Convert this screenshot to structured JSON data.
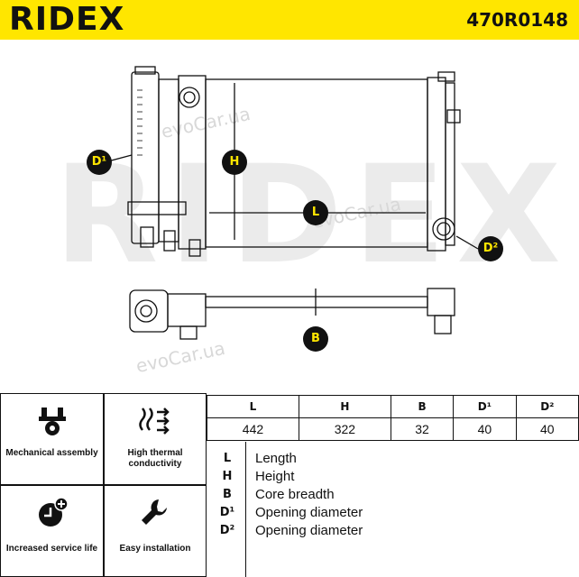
{
  "header": {
    "brand": "RIDEX",
    "part_number": "470R0148",
    "background_color": "#FFE600"
  },
  "watermark": {
    "big": "RIDEX",
    "small": "evoCar.ua"
  },
  "drawing": {
    "callouts": [
      "D¹",
      "H",
      "L",
      "D²",
      "B"
    ]
  },
  "features": [
    {
      "icon": "wrench-gear-icon",
      "label": "Mechanical assembly"
    },
    {
      "icon": "heat-wave-icon",
      "label": "High thermal conductivity"
    },
    {
      "icon": "clock-plus-icon",
      "label": "Increased service life"
    },
    {
      "icon": "wrench-icon",
      "label": "Easy installation"
    }
  ],
  "dimensions": {
    "headers": [
      "L",
      "H",
      "B",
      "D¹",
      "D²"
    ],
    "values": [
      "442",
      "322",
      "32",
      "40",
      "40"
    ]
  },
  "legend": [
    {
      "key": "L",
      "text": "Length"
    },
    {
      "key": "H",
      "text": "Height"
    },
    {
      "key": "B",
      "text": "Core breadth"
    },
    {
      "key": "D¹",
      "text": "Opening diameter"
    },
    {
      "key": "D²",
      "text": "Opening diameter"
    }
  ]
}
